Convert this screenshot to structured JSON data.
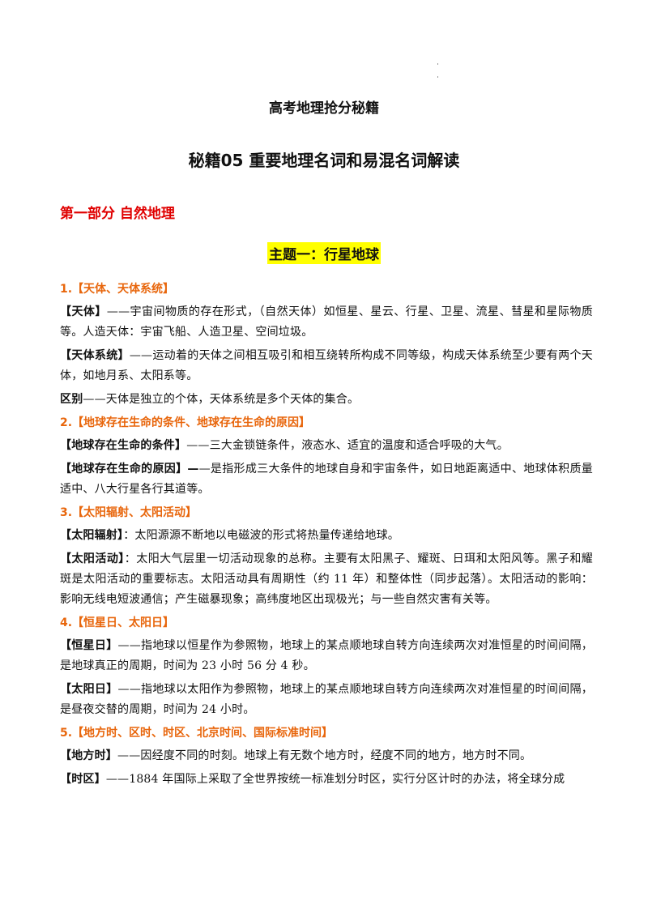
{
  "header": {
    "title": "高考地理抢分秘籍",
    "subtitle": "秘籍05  重要地理名词和易混名词解读",
    "part": "第一部分  自然地理",
    "topic": "主题一：行星地球"
  },
  "sections": [
    {
      "heading": "1.【天体、天体系统】",
      "paragraphs": [
        {
          "term": "【天体】",
          "text": "——宇宙间物质的存在形式，（自然天体）如恒星、星云、行星、卫星、流星、彗星和星际物质等。人造天体：宇宙飞船、人造卫星、空间垃圾。"
        },
        {
          "term": "【天体系统】",
          "text": "——运动着的天体之间相互吸引和相互绕转所构成不同等级，构成天体系统至少要有两个天体，如地月系、太阳系等。"
        },
        {
          "term": "区别",
          "text": "——天体是独立的个体，天体系统是多个天体的集合。"
        }
      ]
    },
    {
      "heading": "2.【地球存在生命的条件、地球存在生命的原因】",
      "paragraphs": [
        {
          "term": "【地球存在生命的条件】",
          "text": "——三大金锁链条件，液态水、适宜的温度和适合呼吸的大气。"
        },
        {
          "term": "【地球存在生命的原因】—",
          "text": "—是指形成三大条件的地球自身和宇宙条件，如日地距离适中、地球体积质量适中、八大行星各行其道等。"
        }
      ]
    },
    {
      "heading": "3.【太阳辐射、太阳活动】",
      "paragraphs": [
        {
          "term": "【太阳辐射】",
          "text": "：太阳源源不断地以电磁波的形式将热量传递给地球。"
        },
        {
          "term": "【太阳活动】",
          "text": "：太阳大气层里一切活动现象的总称。主要有太阳黑子、耀斑、日珥和太阳风等。黑子和耀斑是太阳活动的重要标志。太阳活动具有周期性（约 11 年）和整体性（同步起落）。太阳活动的影响：影响无线电短波通信；产生磁暴现象；高纬度地区出现极光；与一些自然灾害有关等。"
        }
      ]
    },
    {
      "heading": "4.【恒星日、太阳日】",
      "paragraphs": [
        {
          "term": "【恒星日】",
          "text": "——指地球以恒星作为参照物，地球上的某点顺地球自转方向连续两次对准恒星的时间间隔，是地球真正的周期，时间为 23 小时 56 分 4 秒。"
        },
        {
          "term": "【太阳日】",
          "text": "——指地球以太阳作为参照物，地球上的某点顺地球自转方向连续两次对准恒星的时间间隔，是昼夜交替的周期，时间为 24 小时。"
        }
      ]
    },
    {
      "heading": "5.【地方时、区时、时区、北京时间、国际标准时间】",
      "paragraphs": [
        {
          "term": "【地方时】",
          "text": "——因经度不同的时刻。地球上有无数个地方时，经度不同的地方，地方时不同。"
        },
        {
          "term": "【时区】",
          "text": "——1884 年国际上采取了全世界按统一标准划分时区，实行分区计时的办法，将全球分成"
        }
      ]
    }
  ]
}
